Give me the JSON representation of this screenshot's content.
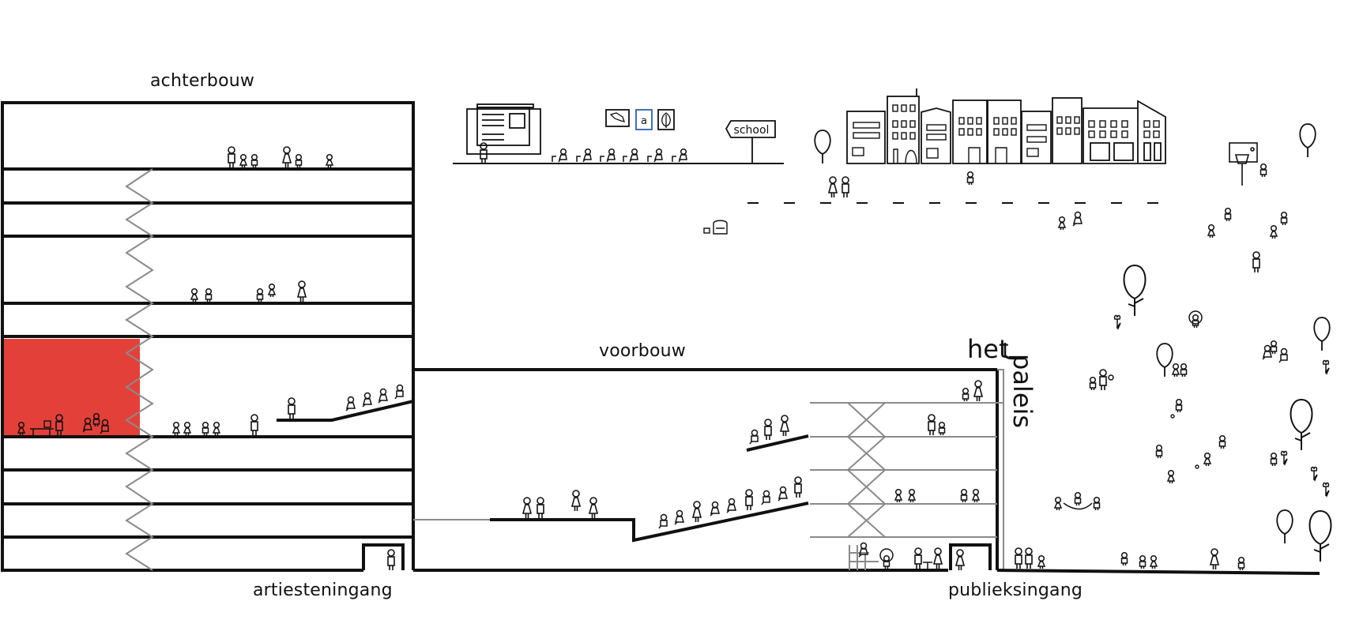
{
  "title": "Section drawing — het paleis",
  "labels": {
    "achterbouw": "achterbouw",
    "voorbouw": "voorbouw",
    "artiesteningang": "artiesteningang",
    "publieksingang": "publieksingang",
    "logo_het": "het",
    "logo_paleis": "paleis"
  },
  "school_scene": {
    "sign_text": "school",
    "icon_cards": [
      {
        "icon": "belgium-map-icon",
        "text": ""
      },
      {
        "icon": "letter-a-icon",
        "text": "a"
      },
      {
        "icon": "leaf-icon",
        "text": ""
      }
    ]
  },
  "colors": {
    "line": "#111111",
    "secondary_line": "#8a8a8a",
    "highlight": "#e4403a",
    "highlight_card_border": "#2f5fb3",
    "background": "#ffffff"
  },
  "buildings": {
    "achterbouw": {
      "floors": 10,
      "highlighted_floor_label": "red-highlighted room (floor with tables and workshop)"
    },
    "voorbouw": {
      "description": "theatre hall with tiered seating"
    }
  },
  "legend_items": []
}
